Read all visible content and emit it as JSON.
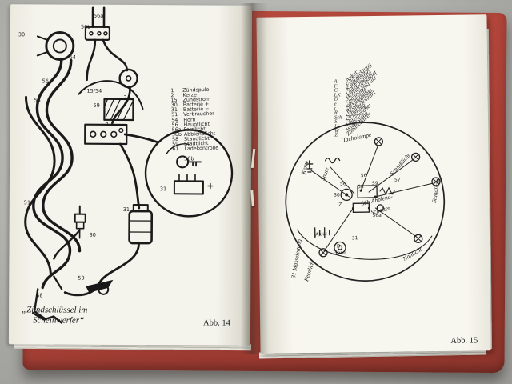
{
  "scene": {
    "background_color": "#b6b6b2",
    "cover_color": "#b0453b",
    "page_color": "#f4f3ec"
  },
  "left_page": {
    "legend": [
      {
        "key": "1",
        "label": "Zündspule"
      },
      {
        "key": "2",
        "label": "Kerze"
      },
      {
        "key": "15",
        "label": "Zündstrom"
      },
      {
        "key": "30",
        "label": "Batterie +"
      },
      {
        "key": "31",
        "label": "Batterie −"
      },
      {
        "key": "51",
        "label": "Verbraucher"
      },
      {
        "key": "54",
        "label": "Horn"
      },
      {
        "key": "56",
        "label": "Hauptlicht"
      },
      {
        "key": "56a",
        "label": "Fernlicht"
      },
      {
        "key": "56b",
        "label": "Abblendlicht"
      },
      {
        "key": "58",
        "label": "Standlicht"
      },
      {
        "key": "59",
        "label": "Stadtlicht"
      },
      {
        "key": "61",
        "label": "Ladekontrolle"
      }
    ],
    "wire_labels": [
      "30",
      "56a",
      "56b",
      "54",
      "56",
      "58",
      "15/54",
      "59",
      "2",
      "1",
      "31",
      "51",
      "58",
      "59",
      "56b",
      "31",
      "30"
    ],
    "caption_line1": "„Zündschlüssel im",
    "caption_line2": "Scheinwerfer“",
    "figure_label": "Abb. 14"
  },
  "right_page": {
    "legend": [
      {
        "key": "A",
        "label": "Anker"
      },
      {
        "key": "F",
        "label": "Feldwicklung"
      },
      {
        "key": "C",
        "label": "Kondensator"
      },
      {
        "key": "LK",
        "label": "Ladekontrolle"
      },
      {
        "key": "D",
        "label": "Horndruckknopf"
      },
      {
        "key": "e",
        "label": "Spannungsspule"
      },
      {
        "key": "t",
        "label": "Stromspule"
      },
      {
        "key": "R",
        "label": "Reglerkontakt"
      },
      {
        "key": "Sch",
        "label": "Schalterkontakt"
      },
      {
        "key": "S",
        "label": "Sicherung"
      },
      {
        "key": "U",
        "label": "Unterbrecher"
      },
      {
        "key": "W",
        "label": "Widerstand"
      },
      {
        "key": "Z",
        "label": "Zündschalter"
      }
    ],
    "radial_labels": [
      "Kerze",
      "Spule",
      "Tacholampe",
      "Schlußlicht",
      "Standlicht",
      "Nahlicht",
      "56b Abblend-",
      "Schalter",
      "Fernlicht",
      "Akku",
      "Horn",
      "31 Masseleitung"
    ],
    "numbers": [
      "56",
      "58",
      "59",
      "57",
      "30",
      "31",
      "Z",
      "D",
      "56a",
      "56"
    ],
    "figure_label": "Abb. 15"
  }
}
